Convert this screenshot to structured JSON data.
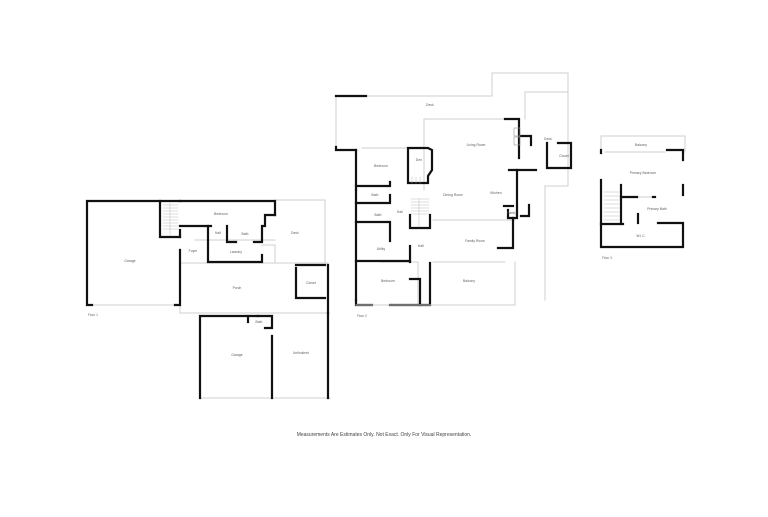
{
  "floors": [
    {
      "name": "Floor 1",
      "rooms": [
        "Garage",
        "Bedroom",
        "Bath",
        "Laundry",
        "Foyer",
        "Deck",
        "Porch",
        "Closet",
        "Garage",
        "Bath",
        "Unfinished",
        "Hall"
      ]
    },
    {
      "name": "Floor 2",
      "rooms": [
        "Deck",
        "Living Room",
        "Bedroom",
        "Den",
        "Dining Room",
        "Kitchen",
        "Pantry",
        "Bath",
        "Bath",
        "Hall",
        "Utility",
        "Hall",
        "Family Room",
        "Bedroom",
        "Balcony",
        "Deck",
        "Closet"
      ]
    },
    {
      "name": "Floor 3",
      "rooms": [
        "Balcony",
        "Primary Bedroom",
        "Primary Bath",
        "W.I.C."
      ]
    }
  ],
  "labels": {
    "f1_garage_a": "Garage",
    "f1_bedroom": "Bedroom",
    "f1_hall": "Hall",
    "f1_bath": "Bath",
    "f1_laundry": "Laundry",
    "f1_foyer": "Foyer",
    "f1_deck": "Deck",
    "f1_porch": "Porch",
    "f1_closet": "Closet",
    "f1_garage_b": "Garage",
    "f1_bath_b": "Bath",
    "f1_unfinished": "Unfinished",
    "f1_floor": "Floor 1",
    "f2_deck_top": "Deck",
    "f2_living": "Living Room",
    "f2_bedroom_a": "Bedroom",
    "f2_den": "Den",
    "f2_dining": "Dining Room",
    "f2_kitchen": "Kitchen",
    "f2_pantry": "Pantry",
    "f2_deck_right": "Deck",
    "f2_closet": "Closet",
    "f2_bath_a": "Bath",
    "f2_bath_b": "Bath",
    "f2_hall_a": "Hall",
    "f2_utility": "Utility",
    "f2_hall_b": "Hall",
    "f2_family": "Family Room",
    "f2_bedroom_b": "Bedroom",
    "f2_balcony": "Balcony",
    "f2_floor": "Floor 2",
    "f3_balcony": "Balcony",
    "f3_primary_bed": "Primary Bedroom",
    "f3_primary_bath": "Primary Bath",
    "f3_wic": "W.I.C.",
    "f3_floor": "Floor 3"
  },
  "disclaimer": "Measurements Are Estimates Only. Not Exact. Only For Visual Representation.",
  "colors": {
    "wall": "#111111",
    "light_wall": "#cfcfcf",
    "background": "#ffffff"
  }
}
